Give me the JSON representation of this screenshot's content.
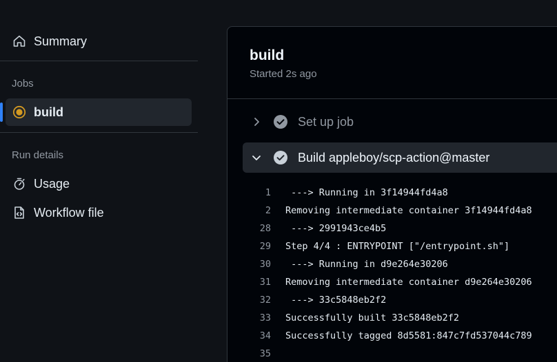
{
  "sidebar": {
    "summary_label": "Summary",
    "jobs_heading": "Jobs",
    "job_label": "build",
    "run_details_heading": "Run details",
    "usage_label": "Usage",
    "workflow_file_label": "Workflow file"
  },
  "main": {
    "title": "build",
    "subtitle": "Started 2s ago",
    "steps": [
      {
        "label": "Set up job",
        "expanded": false
      },
      {
        "label": "Build appleboy/scp-action@master",
        "expanded": true
      }
    ],
    "log": [
      {
        "num": "1",
        "text": " ---> Running in 3f14944fd4a8"
      },
      {
        "num": "2",
        "text": "Removing intermediate container 3f14944fd4a8"
      },
      {
        "num": "28",
        "text": " ---> 2991943ce4b5"
      },
      {
        "num": "29",
        "text": "Step 4/4 : ENTRYPOINT [\"/entrypoint.sh\"]"
      },
      {
        "num": "30",
        "text": " ---> Running in d9e264e30206"
      },
      {
        "num": "31",
        "text": "Removing intermediate container d9e264e30206"
      },
      {
        "num": "32",
        "text": " ---> 33c5848eb2f2"
      },
      {
        "num": "33",
        "text": "Successfully built 33c5848eb2f2"
      },
      {
        "num": "34",
        "text": "Successfully tagged 8d5581:847c7fd537044c789"
      },
      {
        "num": "35",
        "text": ""
      }
    ]
  },
  "colors": {
    "running": "#d29922",
    "success_check": "#9198a1",
    "accent": "#2f81f7"
  }
}
